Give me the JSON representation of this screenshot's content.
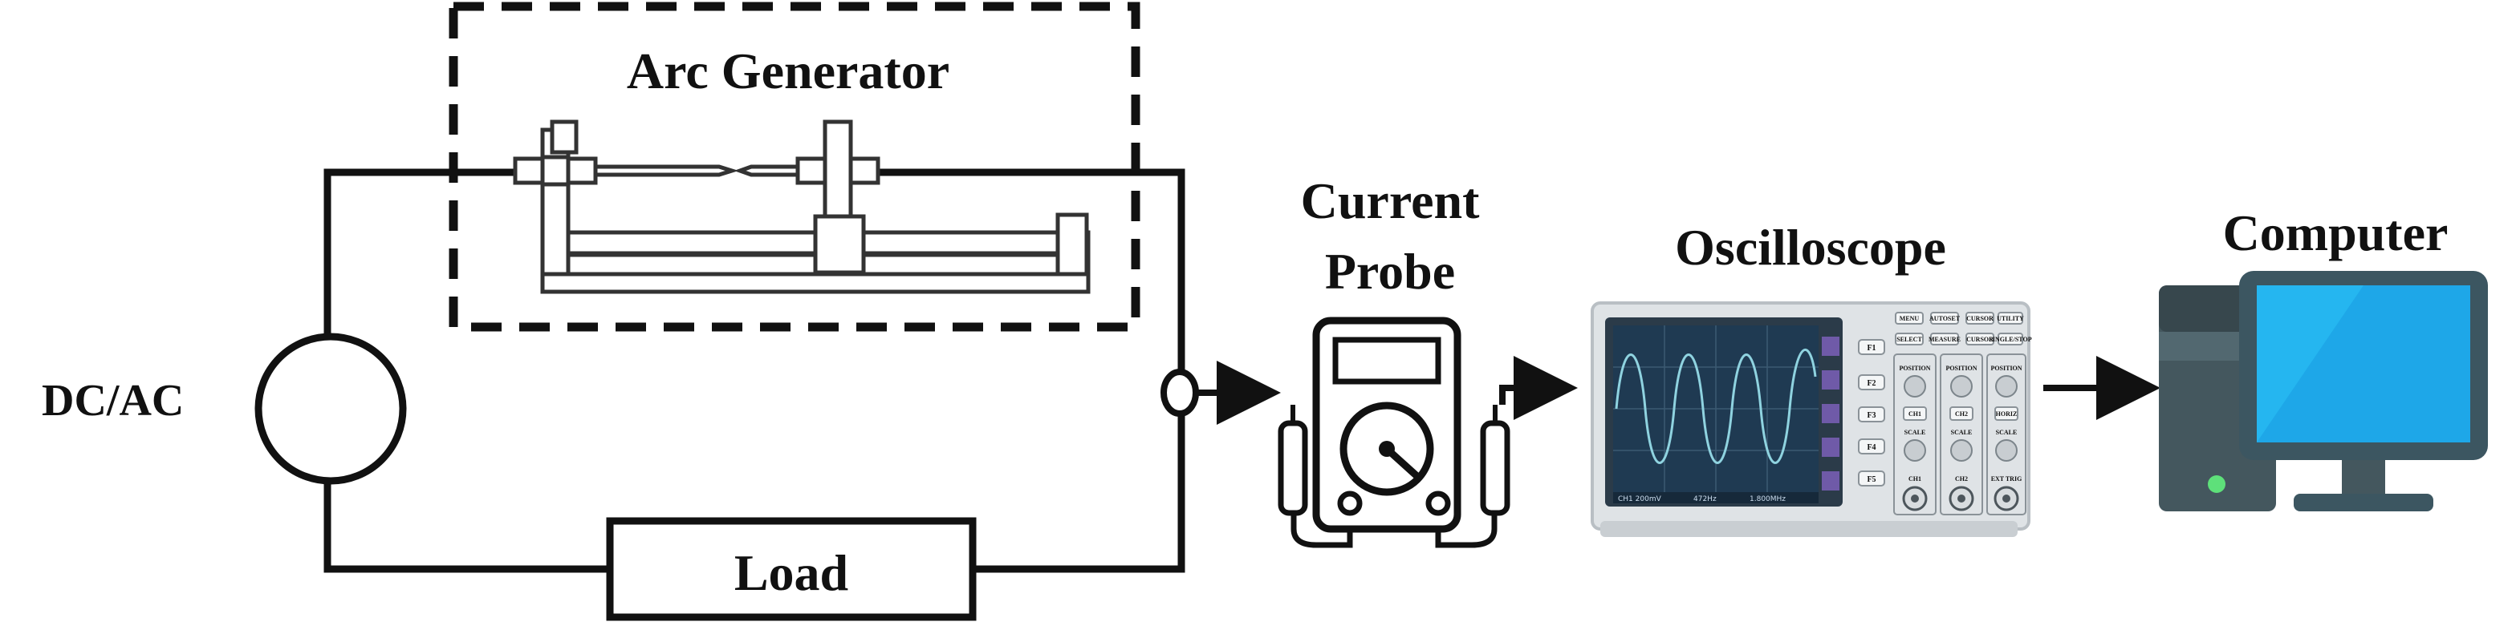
{
  "labels": {
    "arc_generator": "Arc Generator",
    "source": "DC/AC",
    "load": "Load",
    "current_probe_line1": "Current",
    "current_probe_line2": "Probe",
    "oscilloscope": "Oscilloscope",
    "computer": "Computer"
  },
  "oscilloscope_panel": {
    "side_buttons": [
      "F1",
      "F2",
      "F3",
      "F4",
      "F5"
    ],
    "top_buttons": [
      "MENU",
      "AUTOSET",
      "CURSOR",
      "UTILITY",
      "SELECT",
      "MEASURE",
      "CURSOR",
      "SINGLE/STOP"
    ],
    "channels": [
      {
        "position": "POSITION",
        "channel": "CH1",
        "scale": "SCALE",
        "input": "CH1"
      },
      {
        "position": "POSITION",
        "channel": "CH2",
        "scale": "SCALE",
        "input": "CH2"
      },
      {
        "position": "POSITION",
        "channel": "HORIZ",
        "scale": "SCALE",
        "input": "EXT TRIG"
      }
    ],
    "status_bar": [
      "CH1 200mV",
      "472Hz",
      "1.800MHz"
    ]
  },
  "colors": {
    "line": "#111111",
    "screen_bg": "#1f3a52",
    "waveform": "#8fd3e0",
    "scope_body": "#dfe3e6",
    "monitor_bezel": "#3c5661",
    "monitor_screen": "#1ea7e8",
    "tower": "#44575e",
    "power_led": "#5ee07a"
  },
  "icons": [
    "ac-source-symbol",
    "multimeter-icon",
    "oscilloscope-icon",
    "computer-icon"
  ]
}
